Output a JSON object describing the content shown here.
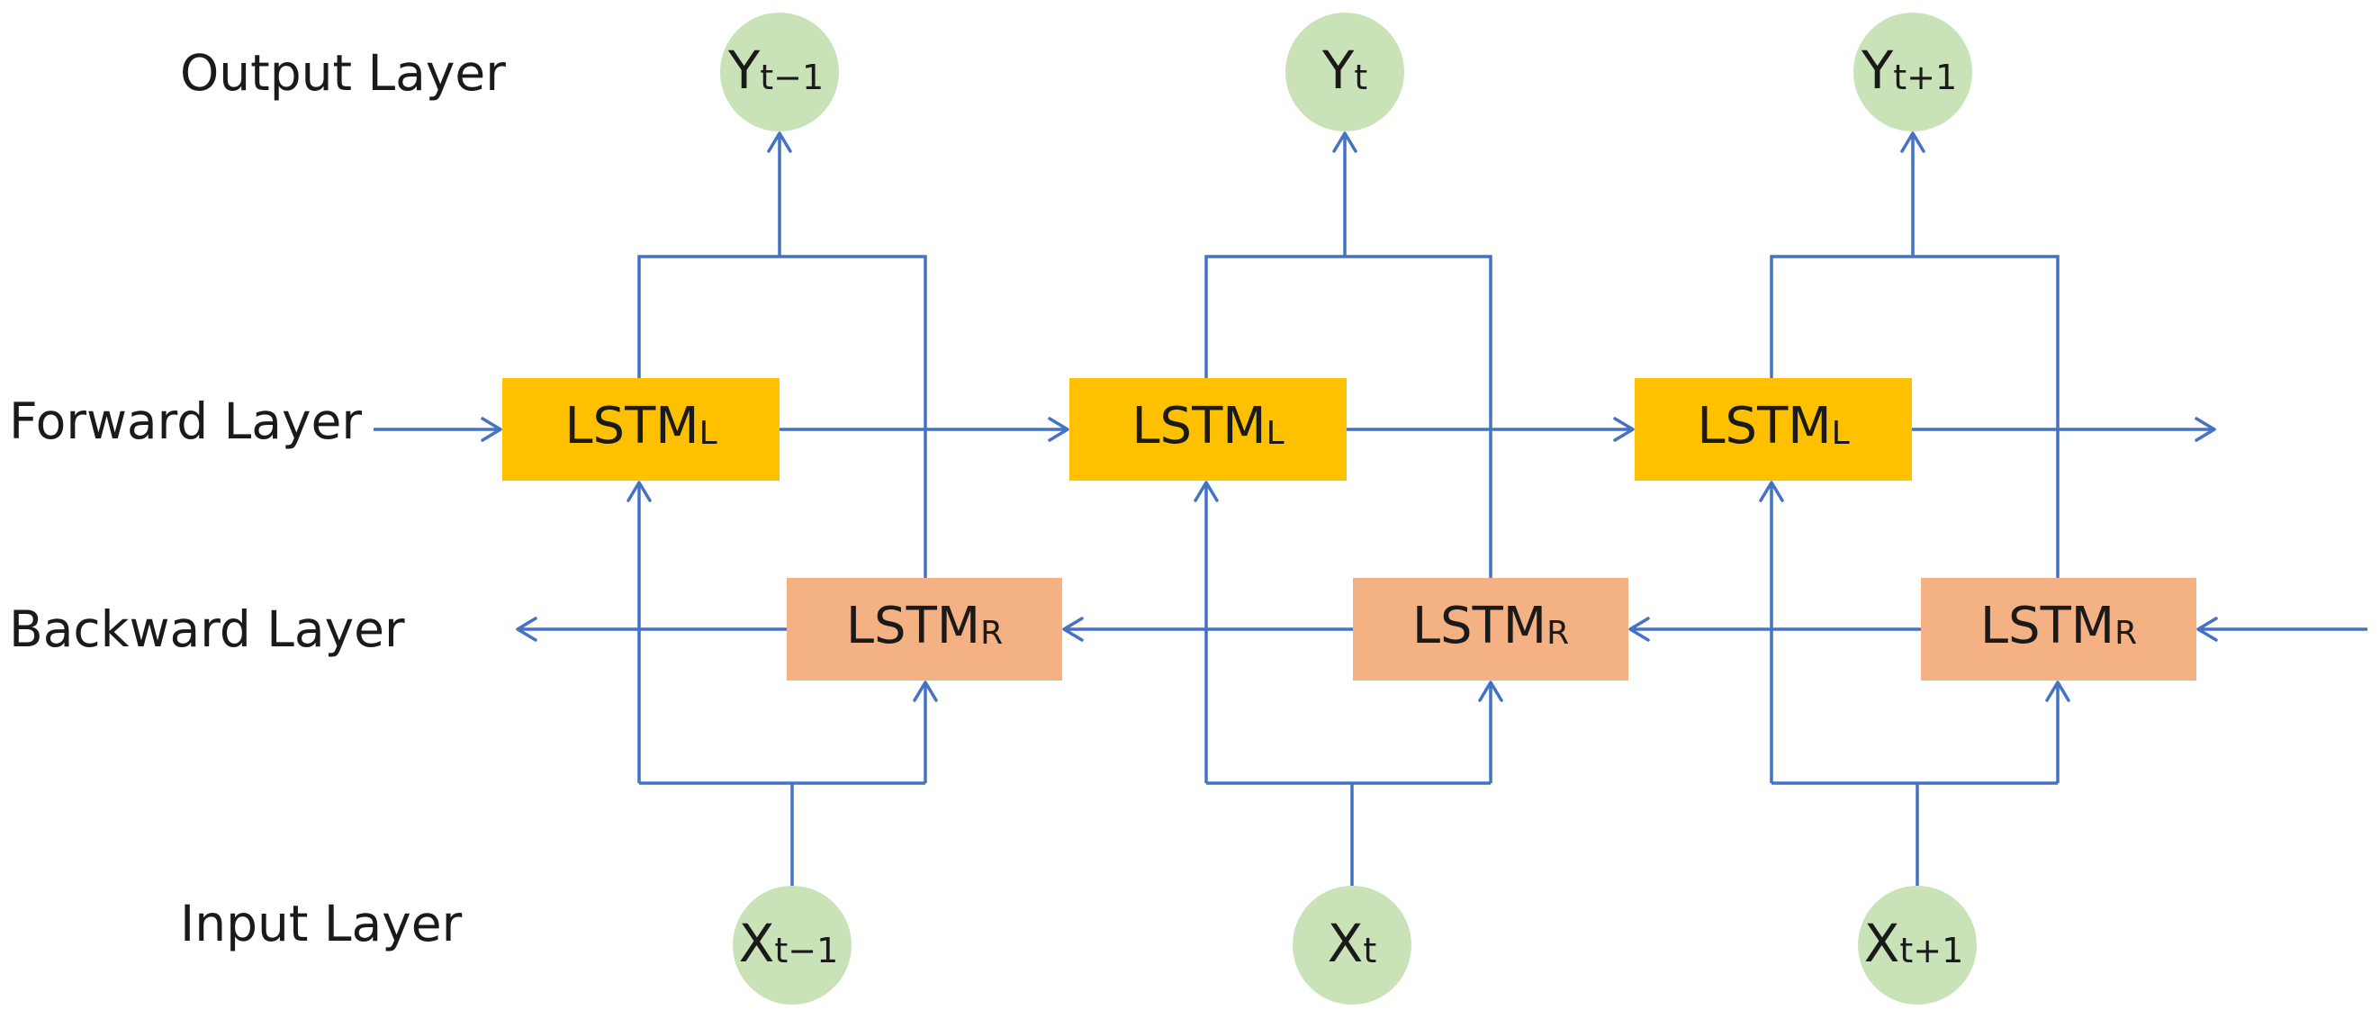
{
  "layers": {
    "output": "Output Layer",
    "forward": "Forward Layer",
    "backward": "Backward Layer",
    "input": "Input Layer"
  },
  "timesteps": [
    {
      "y_main": "Y",
      "y_sub": "t−1",
      "x_main": "X",
      "x_sub": "t−1"
    },
    {
      "y_main": "Y",
      "y_sub": "t",
      "x_main": "X",
      "x_sub": "t"
    },
    {
      "y_main": "Y",
      "y_sub": "t+1",
      "x_main": "X",
      "x_sub": "t+1"
    }
  ],
  "cells": {
    "forward": {
      "main": "LSTM",
      "sub": "L"
    },
    "backward": {
      "main": "LSTM",
      "sub": "R"
    }
  },
  "colors": {
    "forward_box": "#ffc000",
    "backward_box": "#f4b183",
    "node": "#c9e2b8",
    "wire": "#4472c4"
  }
}
